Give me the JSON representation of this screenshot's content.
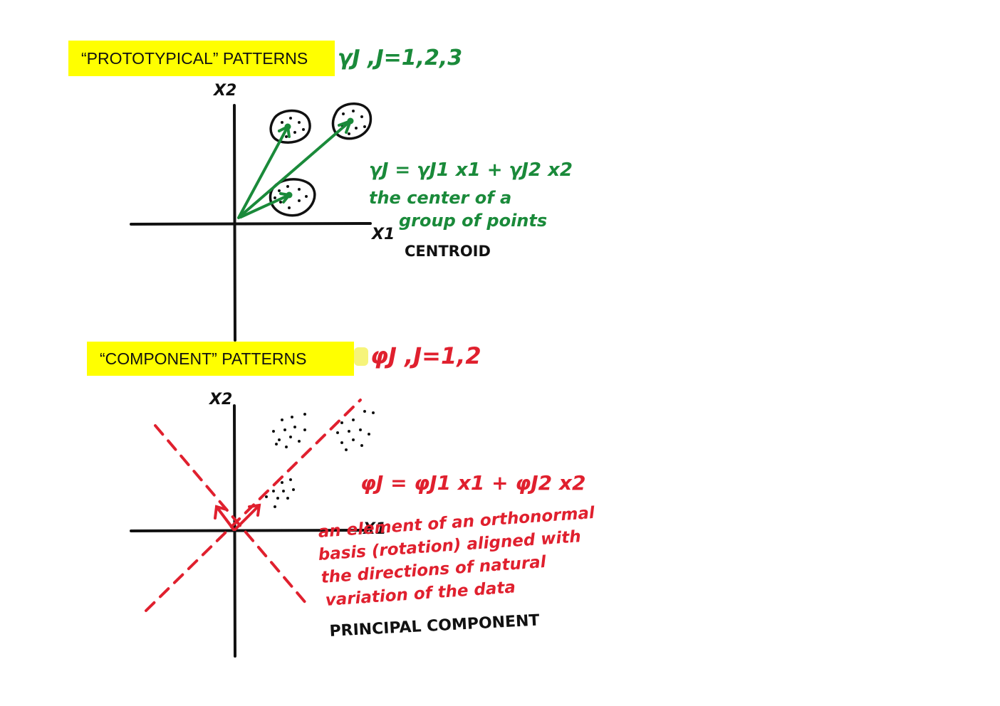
{
  "prototypical": {
    "title": "“PROTOTYPICAL” PATTERNS",
    "symbol_note": "γJ ,J=1,2,3",
    "formula": "γJ = γJ1 x1 + γJ2 x2",
    "description_lines": [
      "the center of a",
      "group of points"
    ],
    "term": "CENTROID",
    "x_axis_label": "X1",
    "y_axis_label": "X2"
  },
  "component": {
    "title": "“COMPONENT” PATTERNS",
    "symbol_note": "φJ ,J=1,2",
    "formula": "φJ = φJ1 x1 + φJ2 x2",
    "description_lines": [
      "an element of an orthonormal",
      "basis (rotation) aligned with",
      "the directions of natural",
      "variation of the data"
    ],
    "term": "PRINCIPAL COMPONENT",
    "x_axis_label": "X1",
    "y_axis_label": "X2"
  },
  "colors": {
    "highlight": "#ffff00",
    "green_ink": "#1a8a3a",
    "red_ink": "#e0202e",
    "black_ink": "#111111"
  }
}
